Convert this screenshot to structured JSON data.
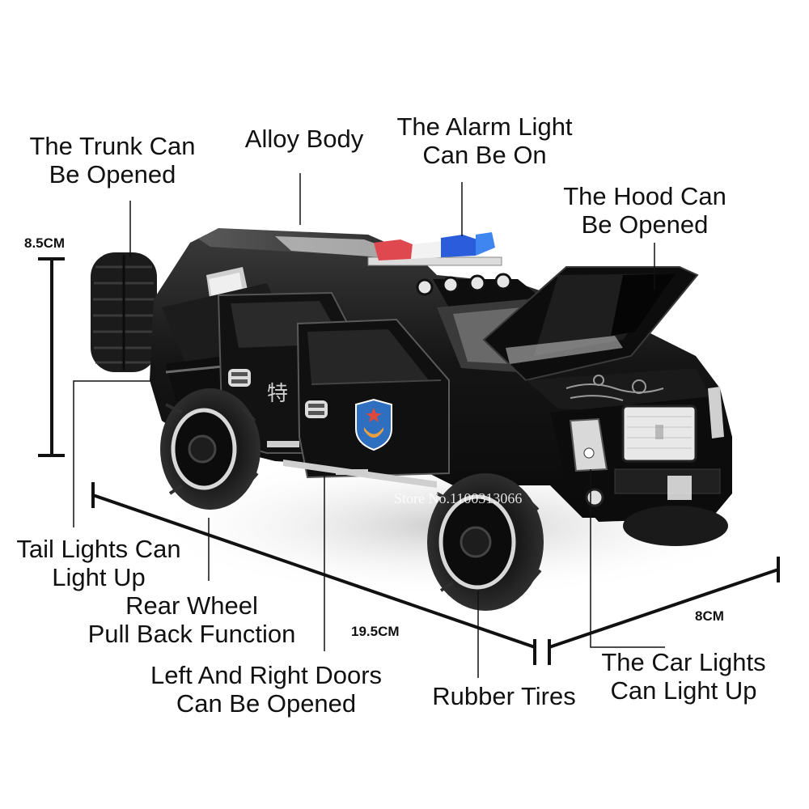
{
  "product": {
    "description": "Black police armored SUV die-cast toy car with open doors, hood and trunk",
    "door_text": "特",
    "badge": "police-shield-badge",
    "watermark": "Store No.1100313066"
  },
  "colors": {
    "background": "#ffffff",
    "body": "#121212",
    "alarm_red": "#e0484f",
    "alarm_blue": "#2a5cdc",
    "badge_blue": "#2f6fc0",
    "text": "#111111"
  },
  "annotations": {
    "trunk": {
      "line1": "The Trunk Can",
      "line2": "Be Opened"
    },
    "body": {
      "line1": "Alloy Body"
    },
    "alarm": {
      "line1": "The Alarm Light",
      "line2": "Can Be On"
    },
    "hood": {
      "line1": "The Hood Can",
      "line2": "Be Opened"
    },
    "tail_lights": {
      "line1": "Tail Lights Can",
      "line2": "Light Up"
    },
    "rear_wheel": {
      "line1": "Rear Wheel",
      "line2": "Pull Back Function"
    },
    "doors": {
      "line1": "Left And Right Doors",
      "line2": "Can Be Opened"
    },
    "tires": {
      "line1": "Rubber Tires"
    },
    "car_lights": {
      "line1": "The Car Lights",
      "line2": "Can Light Up"
    }
  },
  "dimensions": {
    "height": "8.5CM",
    "length": "19.5CM",
    "width": "8CM"
  }
}
